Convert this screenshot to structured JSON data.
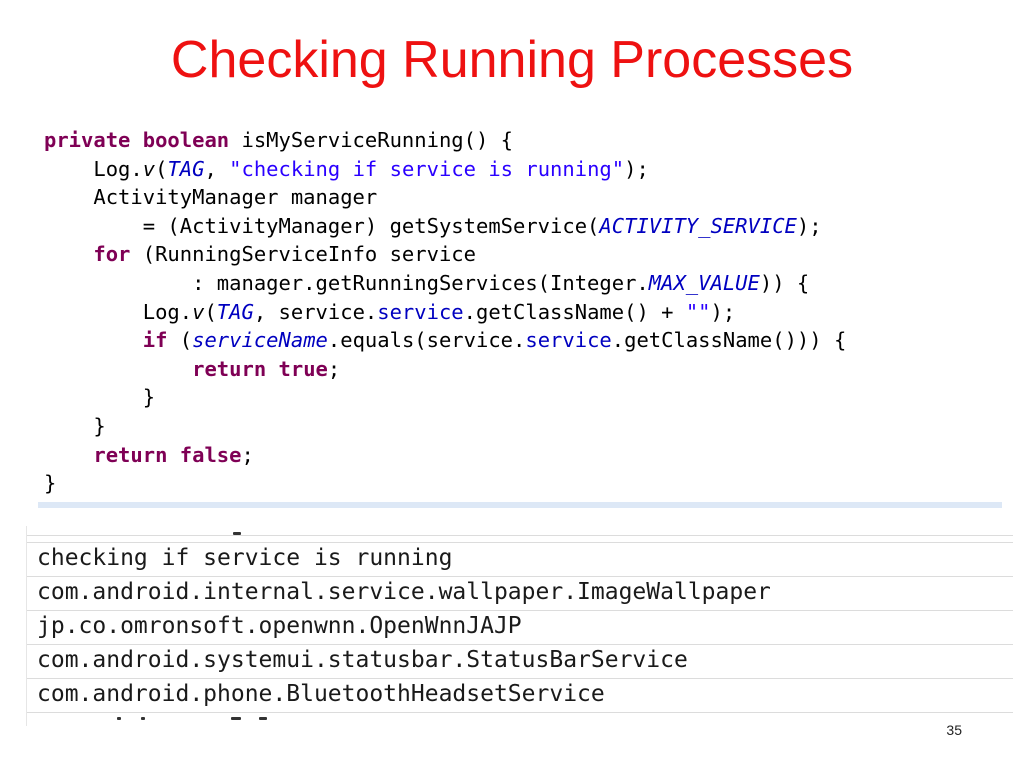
{
  "slide": {
    "title": "Checking Running Processes",
    "page_number": "35"
  },
  "code": {
    "lines": [
      [
        {
          "t": "private boolean",
          "c": "kw"
        },
        {
          "t": " isMyServiceRunning() {",
          "c": ""
        }
      ],
      [
        {
          "t": "    Log.",
          "c": ""
        },
        {
          "t": "v",
          "c": "mth"
        },
        {
          "t": "(",
          "c": ""
        },
        {
          "t": "TAG",
          "c": "ital"
        },
        {
          "t": ", ",
          "c": ""
        },
        {
          "t": "\"checking if service is running\"",
          "c": "str"
        },
        {
          "t": ");",
          "c": ""
        }
      ],
      [
        {
          "t": "    ActivityManager manager",
          "c": ""
        }
      ],
      [
        {
          "t": "        = (ActivityManager) getSystemService(",
          "c": ""
        },
        {
          "t": "ACTIVITY_SERVICE",
          "c": "ital"
        },
        {
          "t": ");",
          "c": ""
        }
      ],
      [
        {
          "t": "    ",
          "c": ""
        },
        {
          "t": "for",
          "c": "kw"
        },
        {
          "t": " (RunningServiceInfo service",
          "c": ""
        }
      ],
      [
        {
          "t": "            : manager.getRunningServices(Integer.",
          "c": ""
        },
        {
          "t": "MAX_VALUE",
          "c": "ital"
        },
        {
          "t": ")) {",
          "c": ""
        }
      ],
      [
        {
          "t": "        Log.",
          "c": ""
        },
        {
          "t": "v",
          "c": "mth"
        },
        {
          "t": "(",
          "c": ""
        },
        {
          "t": "TAG",
          "c": "ital"
        },
        {
          "t": ", service.",
          "c": ""
        },
        {
          "t": "service",
          "c": "fld"
        },
        {
          "t": ".getClassName() + ",
          "c": ""
        },
        {
          "t": "\"\"",
          "c": "str"
        },
        {
          "t": ");",
          "c": ""
        }
      ],
      [
        {
          "t": "        ",
          "c": ""
        },
        {
          "t": "if",
          "c": "kw"
        },
        {
          "t": " (",
          "c": ""
        },
        {
          "t": "serviceName",
          "c": "ital"
        },
        {
          "t": ".equals(service.",
          "c": ""
        },
        {
          "t": "service",
          "c": "fld"
        },
        {
          "t": ".getClassName())) {",
          "c": ""
        }
      ],
      [
        {
          "t": "            ",
          "c": ""
        },
        {
          "t": "return true",
          "c": "kw"
        },
        {
          "t": ";",
          "c": ""
        }
      ],
      [
        {
          "t": "        }",
          "c": ""
        }
      ],
      [
        {
          "t": "    }",
          "c": ""
        }
      ],
      [
        {
          "t": "    ",
          "c": ""
        },
        {
          "t": "return false",
          "c": "kw"
        },
        {
          "t": ";",
          "c": ""
        }
      ],
      [
        {
          "t": "}",
          "c": ""
        }
      ]
    ]
  },
  "console": {
    "rows": [
      "checking if service is running",
      "com.android.internal.service.wallpaper.ImageWallpaper",
      "jp.co.omronsoft.openwnn.OpenWnnJAJP",
      "com.android.systemui.statusbar.StatusBarService",
      "com.android.phone.BluetoothHeadsetService"
    ]
  }
}
